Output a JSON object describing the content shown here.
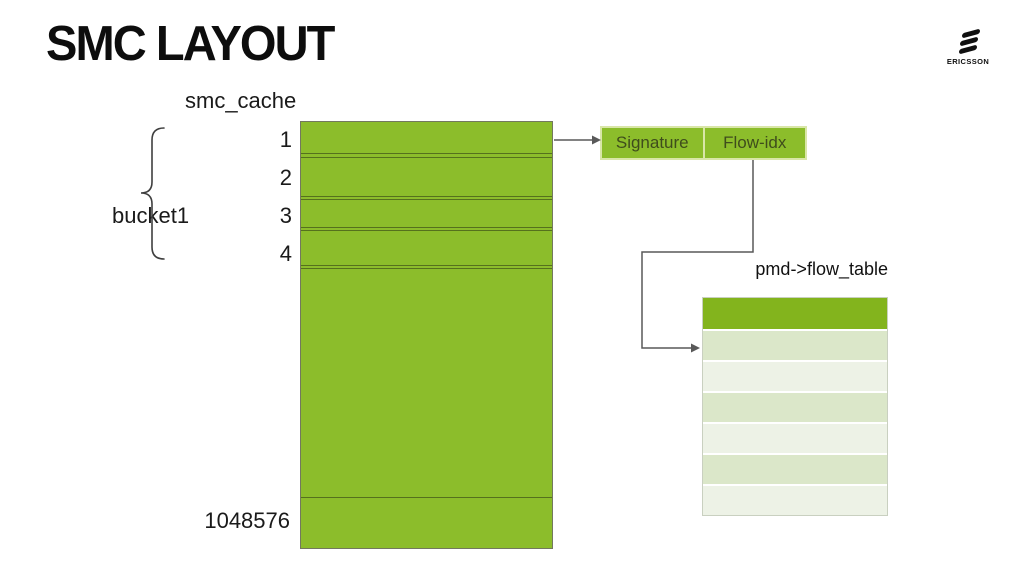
{
  "title": "SMC LAYOUT",
  "logo": {
    "brand": "ERICSSON"
  },
  "cache": {
    "title": "smc_cache",
    "bucket_label": "bucket1",
    "row_indices": [
      "1",
      "2",
      "3",
      "4"
    ],
    "last_index": "1048576"
  },
  "signature_box": {
    "columns": [
      "Signature",
      "Flow-idx"
    ]
  },
  "flow_table": {
    "title": "pmd->flow_table",
    "header_rows": 1,
    "body_rows": 6
  },
  "colors": {
    "cache_green": "#8cbd2b",
    "header_green": "#83b41d",
    "row_sage": "#dbe7c9",
    "row_pale": "#edf2e6",
    "separator_green": "#55711d",
    "connector_gray": "#595959",
    "cell_text": "#3f4d1c",
    "pale_border": "#d9e6a8",
    "text_black": "#141414"
  }
}
